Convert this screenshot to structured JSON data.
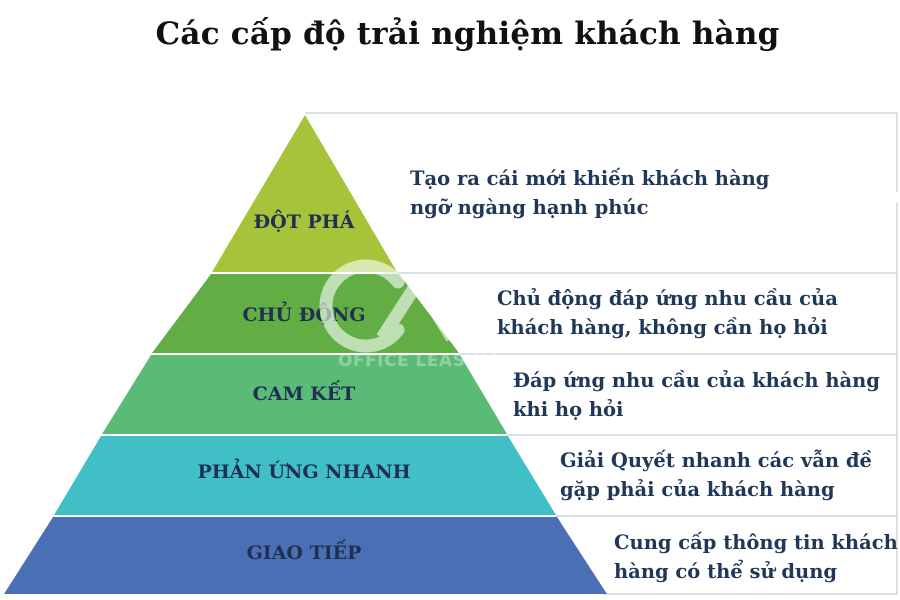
{
  "title": "Các cấp độ trải nghiệm khách hàng",
  "watermark": {
    "text": "OFFICE LEASING"
  },
  "levels": [
    {
      "label": "ĐỘT PHÁ",
      "description": [
        "Tạo ra cái mới khiến khách hàng",
        "ngỡ ngàng hạnh phúc"
      ],
      "color": "#a6c33a"
    },
    {
      "label": "CHỦ ĐỘNG",
      "description": [
        "Chủ động đáp ứng nhu cầu của",
        "khách hàng, không cần họ hỏi"
      ],
      "color": "#62ae44"
    },
    {
      "label": "CAM KẾT",
      "description": [
        "Đáp ứng nhu cầu của khách hàng",
        "khi họ hỏi"
      ],
      "color": "#5abb77"
    },
    {
      "label": "PHẢN ỨNG NHANH",
      "description": [
        "Giải Quyết nhanh các vẫn đề",
        "gặp phải của khách hàng"
      ],
      "color": "#40bfc7"
    },
    {
      "label": "GIAO TIẾP",
      "description": [
        "Cung cấp thông tin khách",
        "hàng có thể sử dụng"
      ],
      "color": "#4a6fb5"
    }
  ]
}
